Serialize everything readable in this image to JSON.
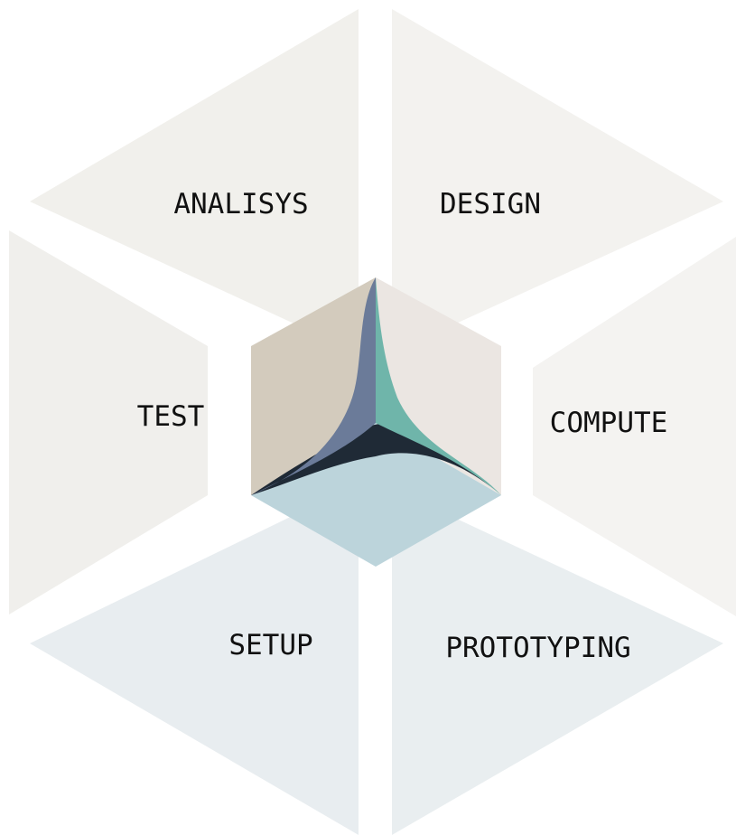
{
  "segments": {
    "analysis": {
      "label": "ANALISYS",
      "color": "#f1f0ec"
    },
    "design": {
      "label": "DESIGN",
      "color": "#f3f2ef"
    },
    "compute": {
      "label": "COMPUTE",
      "color": "#f4f3f1"
    },
    "prototyping": {
      "label": "PROTOTYPING",
      "color": "#e9eef0"
    },
    "setup": {
      "label": "SETUP",
      "color": "#e8edf0"
    },
    "test": {
      "label": "TEST",
      "color": "#f0efec"
    }
  },
  "cube": {
    "left_face_color": "#d3cbbd",
    "right_face_color": "#ebe6e2",
    "bottom_face_color": "#bcd4db",
    "blade_slate_color": "#6b7b99",
    "blade_teal_color": "#6fb5aa",
    "blade_dark_color": "#1f2a36"
  }
}
